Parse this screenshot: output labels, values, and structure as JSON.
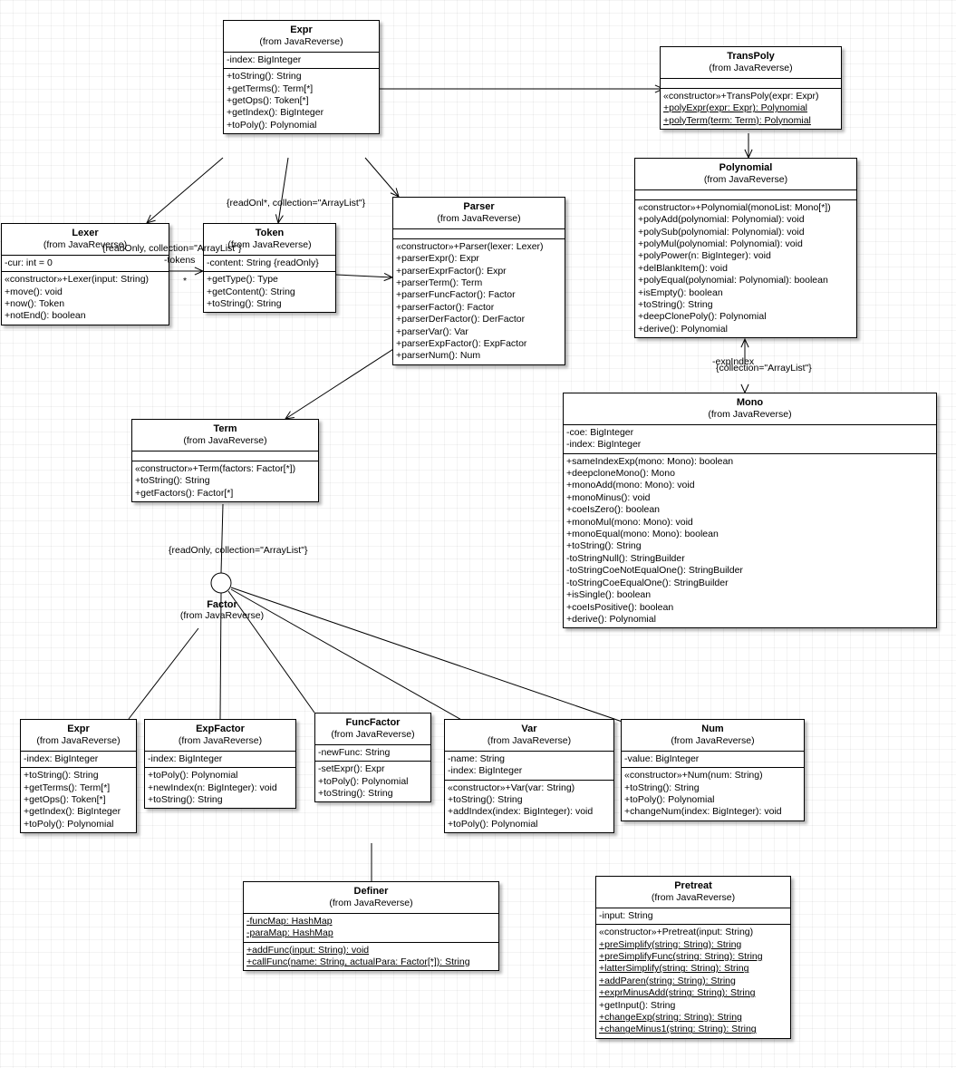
{
  "diagram": {
    "classes": [
      {
        "id": "expr_top",
        "name": "Expr",
        "package": "(from JavaReverse)",
        "attributes": [
          {
            "t": "-index: BigInteger"
          }
        ],
        "operations": [
          {
            "t": "+toString(): String"
          },
          {
            "t": "+getTerms(): Term[*]"
          },
          {
            "t": "+getOps(): Token[*]"
          },
          {
            "t": "+getIndex(): BigInteger"
          },
          {
            "t": "+toPoly(): Polynomial"
          }
        ]
      },
      {
        "id": "transpoly",
        "name": "TransPoly",
        "package": "(from JavaReverse)",
        "attributes": [],
        "operations": [
          {
            "t": "«constructor»+TransPoly(expr: Expr)"
          },
          {
            "t": "+polyExpr(expr: Expr): Polynomial",
            "static": true
          },
          {
            "t": "+polyTerm(term: Term): Polynomial",
            "static": true
          }
        ]
      },
      {
        "id": "polynomial",
        "name": "Polynomial",
        "package": "(from JavaReverse)",
        "attributes": [],
        "operations": [
          {
            "t": "«constructor»+Polynomial(monoList: Mono[*])"
          },
          {
            "t": "+polyAdd(polynomial: Polynomial): void"
          },
          {
            "t": "+polySub(polynomial: Polynomial): void"
          },
          {
            "t": "+polyMul(polynomial: Polynomial): void"
          },
          {
            "t": "+polyPower(n: BigInteger): void"
          },
          {
            "t": "+delBlankItem(): void"
          },
          {
            "t": "+polyEqual(polynomial: Polynomial): boolean"
          },
          {
            "t": "+isEmpty(): boolean"
          },
          {
            "t": "+toString(): String"
          },
          {
            "t": "+deepClonePoly(): Polynomial"
          },
          {
            "t": "+derive(): Polynomial"
          }
        ]
      },
      {
        "id": "lexer",
        "name": "Lexer",
        "package": "(from JavaReverse)",
        "attributes": [
          {
            "t": "-cur: int = 0"
          }
        ],
        "operations": [
          {
            "t": "«constructor»+Lexer(input: String)"
          },
          {
            "t": "+move(): void"
          },
          {
            "t": "+now(): Token"
          },
          {
            "t": "+notEnd(): boolean"
          }
        ]
      },
      {
        "id": "token",
        "name": "Token",
        "package": "(from JavaReverse)",
        "attributes": [
          {
            "t": "-content: String {readOnly}"
          }
        ],
        "operations": [
          {
            "t": "+getType(): Type"
          },
          {
            "t": "+getContent(): String"
          },
          {
            "t": "+toString(): String"
          }
        ]
      },
      {
        "id": "parser",
        "name": "Parser",
        "package": "(from JavaReverse)",
        "attributes": [],
        "operations": [
          {
            "t": "«constructor»+Parser(lexer: Lexer)"
          },
          {
            "t": "+parserExpr(): Expr"
          },
          {
            "t": "+parserExprFactor(): Expr"
          },
          {
            "t": "+parserTerm(): Term"
          },
          {
            "t": "+parserFuncFactor(): Factor"
          },
          {
            "t": "+parserFactor(): Factor"
          },
          {
            "t": "+parserDerFactor(): DerFactor"
          },
          {
            "t": "+parserVar(): Var"
          },
          {
            "t": "+parserExpFactor(): ExpFactor"
          },
          {
            "t": "+parserNum(): Num"
          }
        ]
      },
      {
        "id": "term",
        "name": "Term",
        "package": "(from JavaReverse)",
        "attributes": [],
        "operations": [
          {
            "t": "«constructor»+Term(factors: Factor[*])"
          },
          {
            "t": "+toString(): String"
          },
          {
            "t": "+getFactors(): Factor[*]"
          }
        ]
      },
      {
        "id": "mono",
        "name": "Mono",
        "package": "(from JavaReverse)",
        "attributes": [
          {
            "t": "-coe: BigInteger"
          },
          {
            "t": "-index: BigInteger"
          }
        ],
        "operations": [
          {
            "t": "+sameIndexExp(mono: Mono): boolean"
          },
          {
            "t": "+deepcloneMono(): Mono"
          },
          {
            "t": "+monoAdd(mono: Mono): void"
          },
          {
            "t": "+monoMinus(): void"
          },
          {
            "t": "+coeIsZero(): boolean"
          },
          {
            "t": "+monoMul(mono: Mono): void"
          },
          {
            "t": "+monoEqual(mono: Mono): boolean"
          },
          {
            "t": "+toString(): String"
          },
          {
            "t": "-toStringNull(): StringBuilder"
          },
          {
            "t": "-toStringCoeNotEqualOne(): StringBuilder"
          },
          {
            "t": "-toStringCoeEqualOne(): StringBuilder"
          },
          {
            "t": "+isSingle(): boolean"
          },
          {
            "t": "+coeIsPositive(): boolean"
          },
          {
            "t": "+derive(): Polynomial"
          }
        ]
      },
      {
        "id": "expr_bottom",
        "name": "Expr",
        "package": "(from JavaReverse)",
        "attributes": [
          {
            "t": "-index: BigInteger"
          }
        ],
        "operations": [
          {
            "t": "+toString(): String"
          },
          {
            "t": "+getTerms(): Term[*]"
          },
          {
            "t": "+getOps(): Token[*]"
          },
          {
            "t": "+getIndex(): BigInteger"
          },
          {
            "t": "+toPoly(): Polynomial"
          }
        ]
      },
      {
        "id": "expfactor",
        "name": "ExpFactor",
        "package": "(from JavaReverse)",
        "attributes": [
          {
            "t": "-index: BigInteger"
          }
        ],
        "operations": [
          {
            "t": "+toPoly(): Polynomial"
          },
          {
            "t": "+newIndex(n: BigInteger): void"
          },
          {
            "t": "+toString(): String"
          }
        ]
      },
      {
        "id": "funcfactor",
        "name": "FuncFactor",
        "package": "(from JavaReverse)",
        "attributes": [
          {
            "t": "-newFunc: String"
          }
        ],
        "operations": [
          {
            "t": "-setExpr(): Expr"
          },
          {
            "t": "+toPoly(): Polynomial"
          },
          {
            "t": "+toString(): String"
          }
        ]
      },
      {
        "id": "var",
        "name": "Var",
        "package": "(from JavaReverse)",
        "attributes": [
          {
            "t": "-name: String"
          },
          {
            "t": "-index: BigInteger"
          }
        ],
        "operations": [
          {
            "t": "«constructor»+Var(var: String)"
          },
          {
            "t": "+toString(): String"
          },
          {
            "t": "+addIndex(index: BigInteger): void"
          },
          {
            "t": "+toPoly(): Polynomial"
          }
        ]
      },
      {
        "id": "num",
        "name": "Num",
        "package": "(from JavaReverse)",
        "attributes": [
          {
            "t": "-value: BigInteger"
          }
        ],
        "operations": [
          {
            "t": "«constructor»+Num(num: String)"
          },
          {
            "t": "+toString(): String"
          },
          {
            "t": "+toPoly(): Polynomial"
          },
          {
            "t": "+changeNum(index: BigInteger): void"
          }
        ]
      },
      {
        "id": "definer",
        "name": "Definer",
        "package": "(from JavaReverse)",
        "attributes": [
          {
            "t": "-funcMap: HashMap",
            "static": true
          },
          {
            "t": "-paraMap: HashMap",
            "static": true
          }
        ],
        "operations": [
          {
            "t": "+addFunc(input: String): void",
            "static": true
          },
          {
            "t": "+callFunc(name: String, actualPara: Factor[*]): String",
            "static": true
          }
        ]
      },
      {
        "id": "pretreat",
        "name": "Pretreat",
        "package": "(from JavaReverse)",
        "attributes": [
          {
            "t": "-input: String"
          }
        ],
        "operations": [
          {
            "t": "«constructor»+Pretreat(input: String)"
          },
          {
            "t": "+preSimplify(string: String): String",
            "static": true
          },
          {
            "t": "+preSimplifyFunc(string: String): String",
            "static": true
          },
          {
            "t": "+latterSimplify(string: String): String",
            "static": true
          },
          {
            "t": "+addParen(string: String): String",
            "static": true
          },
          {
            "t": "+exprMinusAdd(string: String): String",
            "static": true
          },
          {
            "t": "+getInput(): String"
          },
          {
            "t": "+changeExp(string: String): String",
            "static": true
          },
          {
            "t": "+changeMinus1(string: String): String",
            "static": true
          }
        ]
      }
    ],
    "interface": {
      "name": "Factor",
      "package": "(from JavaReverse)"
    },
    "labels": {
      "readonly_token": "{readOnl*, collection=\"ArrayList\"}",
      "readonly_lexer": "{readOnly, collection=\"ArrayList\"}",
      "tokens_role": "-tokens",
      "star_mult": "*",
      "exp_index": "-expIndex",
      "collection_mono": "{collection=\"ArrayList\"}",
      "readonly_factor": "{readOnly, collection=\"ArrayList\"}"
    }
  }
}
